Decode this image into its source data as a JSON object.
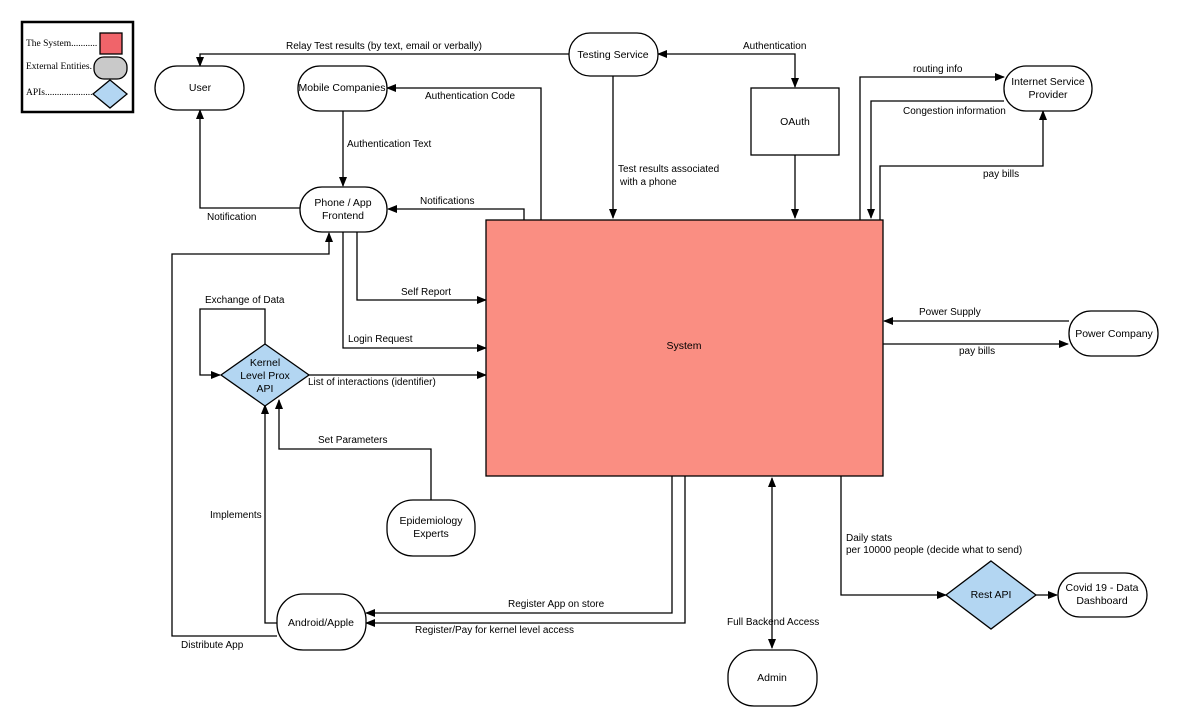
{
  "colors": {
    "system": "#fa8e82",
    "external": "#ffffff",
    "api": "#b3d6f2",
    "legend_system": "#f0646a",
    "legend_external": "#c9c9c9",
    "legend_api": "#b3d6f2"
  },
  "legend": {
    "system": "The System...........",
    "external": "External Entities.",
    "apis": "APIs......................"
  },
  "nodes": {
    "system": "System",
    "testing_service": "Testing Service",
    "user": "User",
    "mobile_companies": "Mobile Companies",
    "oauth": "OAuth",
    "isp_line1": "Internet Service",
    "isp_line2": "Provider",
    "phone_line1": "Phone / App",
    "phone_line2": "Frontend",
    "kernel_line1": "Kernel",
    "kernel_line2": "Level Prox",
    "kernel_line3": "API",
    "power_company": "Power Company",
    "epi_line1": "Epidemiology",
    "epi_line2": "Experts",
    "android_apple": "Android/Apple",
    "rest_api": "Rest API",
    "dash_line1": "Covid 19 - Data",
    "dash_line2": "Dashboard",
    "admin": "Admin"
  },
  "edges": {
    "relay": "Relay Test results (by text, email or verbally)",
    "authentication": "Authentication",
    "routing_info": "routing info",
    "auth_code": "Authentication Code",
    "congestion": "Congestion information",
    "auth_text": "Authentication Text",
    "test_results_1": "Test results associated",
    "test_results_2": "with a phone",
    "pay_bills_isp": "pay bills",
    "notifications": "Notifications",
    "notification": "Notification",
    "self_report": "Self Report",
    "exchange": "Exchange of Data",
    "power_supply": "Power Supply",
    "login": "Login Request",
    "pay_bills_power": "pay bills",
    "interactions": "List of interactions (identifier)",
    "set_params": "Set Parameters",
    "implements": "Implements",
    "daily_1": "Daily stats",
    "daily_2": "per 10000 people (decide what to send)",
    "register_store": "Register App on store",
    "full_backend": "Full Backend Access",
    "register_pay": "Register/Pay for kernel level access",
    "distribute": "Distribute App"
  }
}
